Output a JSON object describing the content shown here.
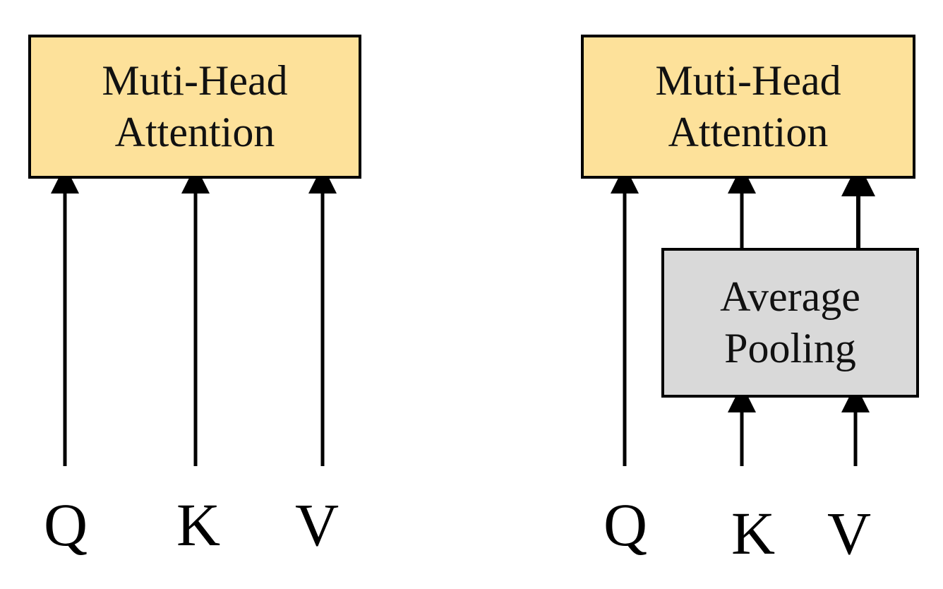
{
  "colors": {
    "attention_fill": "#fde19a",
    "pooling_fill": "#d9d9d9",
    "stroke": "#000000"
  },
  "left_diagram": {
    "attention": {
      "line1": "Muti-Head",
      "line2": "Attention"
    },
    "inputs": {
      "q": "Q",
      "k": "K",
      "v": "V"
    }
  },
  "right_diagram": {
    "attention": {
      "line1": "Muti-Head",
      "line2": "Attention"
    },
    "pooling": {
      "line1": "Average",
      "line2": "Pooling"
    },
    "inputs": {
      "q": "Q",
      "k": "K",
      "v": "V"
    }
  }
}
